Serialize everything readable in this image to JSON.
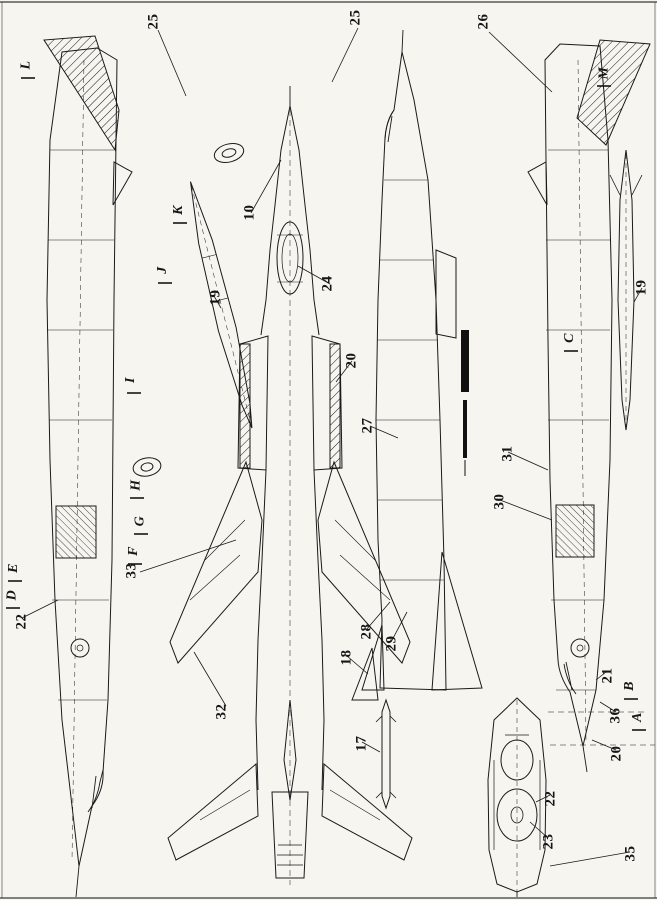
{
  "colors": {
    "paper": "#f7f5f0",
    "ink": "#1a1a1a"
  },
  "callouts": [
    {
      "text": "25"
    },
    {
      "text": "25"
    },
    {
      "text": "26"
    },
    {
      "text": "L"
    },
    {
      "text": "M"
    },
    {
      "text": "K"
    },
    {
      "text": "10"
    },
    {
      "text": "J"
    },
    {
      "text": "19"
    },
    {
      "text": "24"
    },
    {
      "text": "19"
    },
    {
      "text": "C"
    },
    {
      "text": "20"
    },
    {
      "text": "I"
    },
    {
      "text": "27"
    },
    {
      "text": "31"
    },
    {
      "text": "H"
    },
    {
      "text": "30"
    },
    {
      "text": "G"
    },
    {
      "text": "F"
    },
    {
      "text": "33"
    },
    {
      "text": "E"
    },
    {
      "text": "D"
    },
    {
      "text": "22"
    },
    {
      "text": "28"
    },
    {
      "text": "29"
    },
    {
      "text": "18"
    },
    {
      "text": "32"
    },
    {
      "text": "17"
    },
    {
      "text": "21"
    },
    {
      "text": "B"
    },
    {
      "text": "36"
    },
    {
      "text": "A"
    },
    {
      "text": "20"
    },
    {
      "text": "22"
    },
    {
      "text": "23"
    },
    {
      "text": "35"
    }
  ]
}
